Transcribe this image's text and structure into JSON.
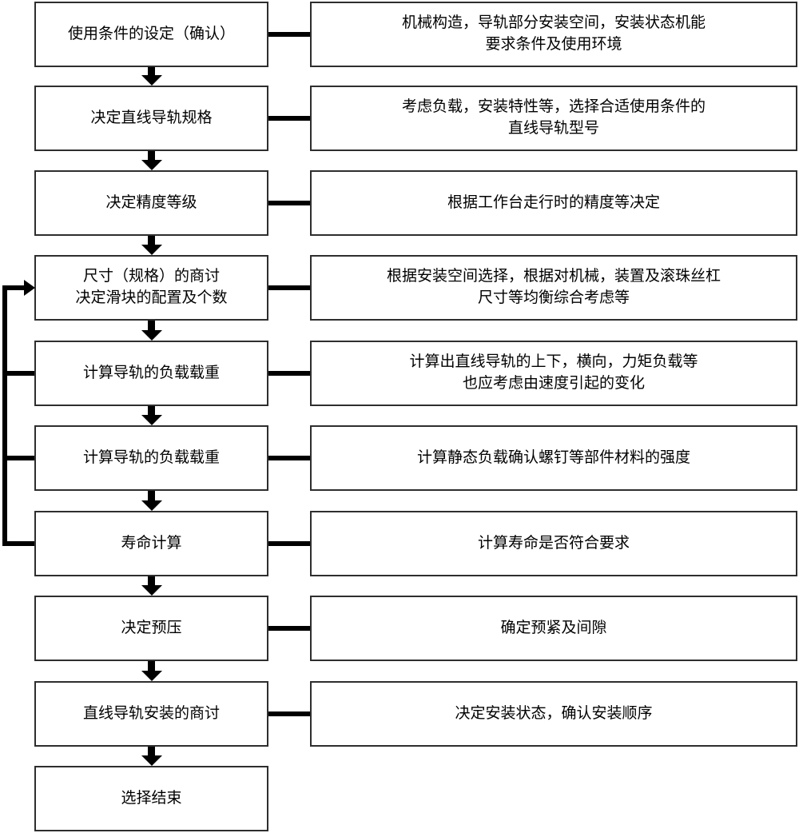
{
  "diagram": {
    "kind": "flowchart",
    "language": "zh-CN",
    "rows": [
      {
        "step": "使用条件的设定（确认）",
        "detail": "机械构造，导轨部分安装空间，安装状态机能\n要求条件及使用环境"
      },
      {
        "step": "决定直线导轨规格",
        "detail": "考虑负载，安装特性等，选择合适使用条件的\n直线导轨型号"
      },
      {
        "step": "决定精度等级",
        "detail": "根据工作台走行时的精度等决定"
      },
      {
        "step": "尺寸（规格）的商讨\n决定滑块的配置及个数",
        "detail": "根据安装空间选择，根据对机械，装置及滚珠丝杠\n尺寸等均衡综合考虑等"
      },
      {
        "step": "计算导轨的负载载重",
        "detail": "计算出直线导轨的上下，横向，力矩负载等\n也应考虑由速度引起的变化"
      },
      {
        "step": "计算导轨的负载载重",
        "detail": "计算静态负载确认螺钉等部件材料的强度"
      },
      {
        "step": "寿命计算",
        "detail": "计算寿命是否符合要求"
      },
      {
        "step": "决定预压",
        "detail": "确定预紧及间隙"
      },
      {
        "step": "直线导轨安装的商讨",
        "detail": "决定安装状态，确认安装顺序"
      },
      {
        "step": "选择结束",
        "detail": ""
      }
    ],
    "feedback_loop": {
      "from_rows": [
        4,
        5,
        6
      ],
      "to_row": 3
    },
    "colors": {
      "background": "#ffffff",
      "box_border": "#2e2e2e",
      "line": "#000000",
      "text": "#000000"
    }
  }
}
